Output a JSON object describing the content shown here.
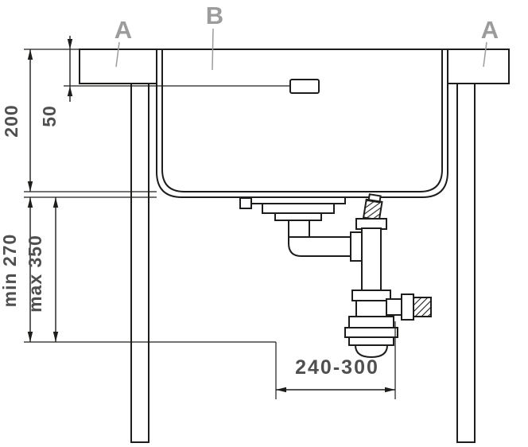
{
  "diagram": {
    "type": "sink-installation-cross-section",
    "section_labels": {
      "left": "A",
      "center": "B",
      "right": "A"
    },
    "dimensions": {
      "depth": "200",
      "overflow": "50",
      "min_height": "min 270",
      "max_height": "max 350",
      "horizontal_range": "240-300"
    },
    "colors": {
      "line": "#1d1d1b",
      "label": "#9c9c9c",
      "dimension_text": "#4f4f4f"
    }
  }
}
